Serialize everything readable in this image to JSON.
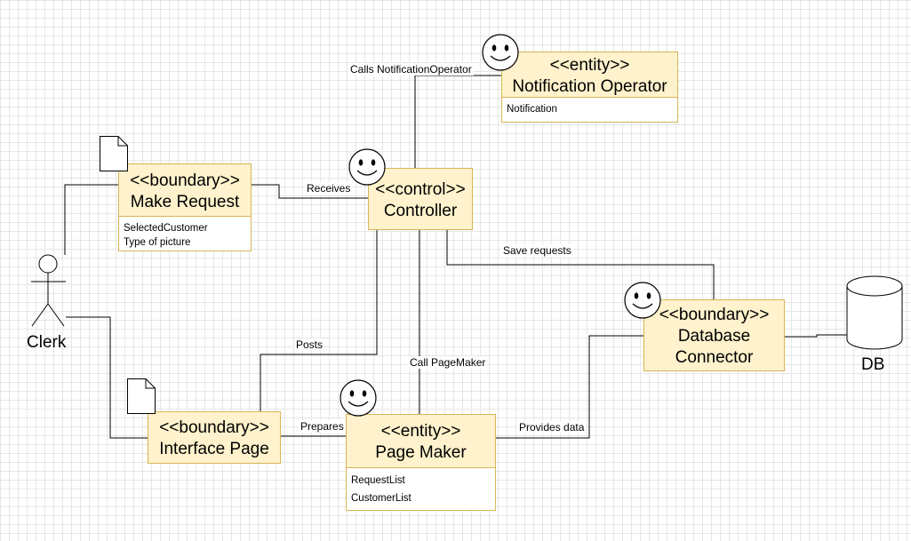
{
  "boxes": {
    "notification_operator": {
      "stereotype": "<<entity>>",
      "name": "Notification Operator",
      "attributes": [
        "Notification"
      ]
    },
    "make_request": {
      "stereotype": "<<boundary>>",
      "name": "Make Request",
      "attributes": [
        "SelectedCustomer",
        "Type of picture"
      ]
    },
    "controller": {
      "stereotype": "<<control>>",
      "name": "Controller"
    },
    "database_connector": {
      "stereotype": "<<boundary>>",
      "name_line1": "Database",
      "name_line2": "Connector"
    },
    "interface_page": {
      "stereotype": "<<boundary>>",
      "name": "Interface Page"
    },
    "page_maker": {
      "stereotype": "<<entity>>",
      "name": "Page Maker",
      "attributes": [
        "RequestList",
        "CustomerList"
      ]
    }
  },
  "edge_labels": {
    "calls_notification": "Calls NotificationOperator",
    "receives": "Receives",
    "save_requests": "Save requests",
    "posts": "Posts",
    "call_pagemaker": "Call PageMaker",
    "prepares": "Prepares",
    "provides_data": "Provides data"
  },
  "actor": {
    "label": "Clerk"
  },
  "database": {
    "label": "DB"
  },
  "colors": {
    "box_fill": "#fff2cc",
    "box_border": "#d6b656",
    "line": "#000000",
    "grid": "#e6e6e6"
  },
  "icons": [
    "smiley-face-icon",
    "document-icon",
    "stick-figure-icon",
    "database-cylinder-icon"
  ]
}
